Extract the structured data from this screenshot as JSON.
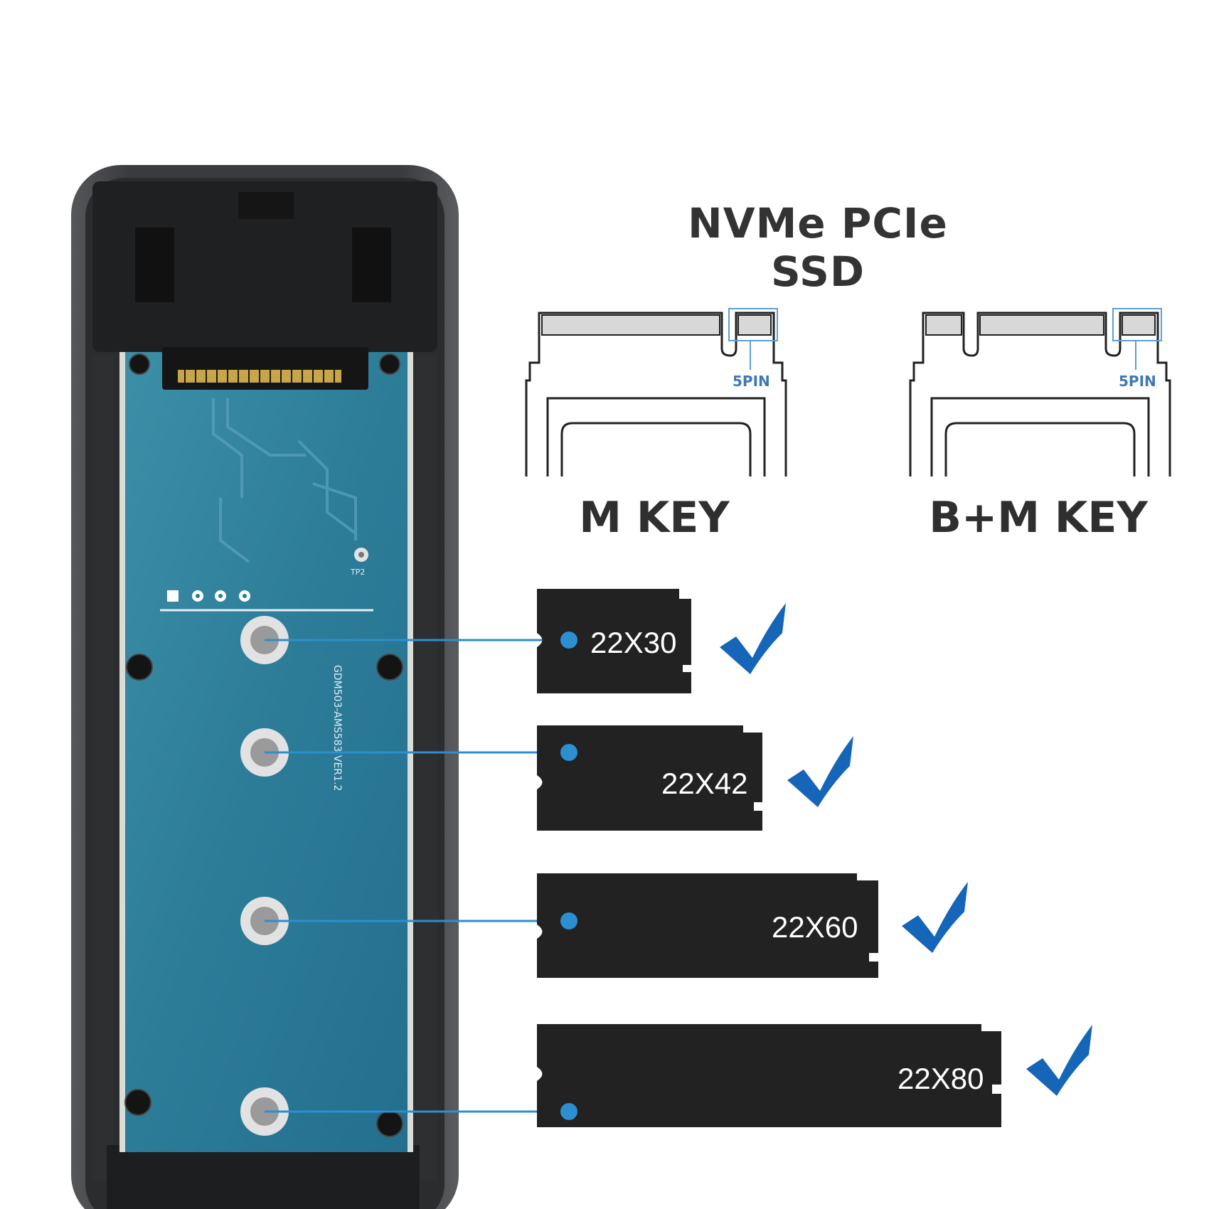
{
  "heading": "NVMe PCIe SSD",
  "keys": [
    {
      "label": "M KEY",
      "pin_label": "5PIN"
    },
    {
      "label": "B+M KEY",
      "pin_label": "5PIN"
    }
  ],
  "ssd_sizes": [
    {
      "label": "22X30",
      "supported": true
    },
    {
      "label": "22X42",
      "supported": true
    },
    {
      "label": "22X60",
      "supported": true
    },
    {
      "label": "22X80",
      "supported": true
    }
  ],
  "pcb_markings": {
    "tp2": "TP2",
    "ver": "GDM503-AMS583 VER1.2"
  },
  "colors": {
    "accent_blue": "#1f6fb5",
    "check_blue": "#1565b8",
    "pcb_blue": "#2f7f9c",
    "ssd_black": "#222222",
    "enclosure_dark": "#3a3b3e"
  }
}
